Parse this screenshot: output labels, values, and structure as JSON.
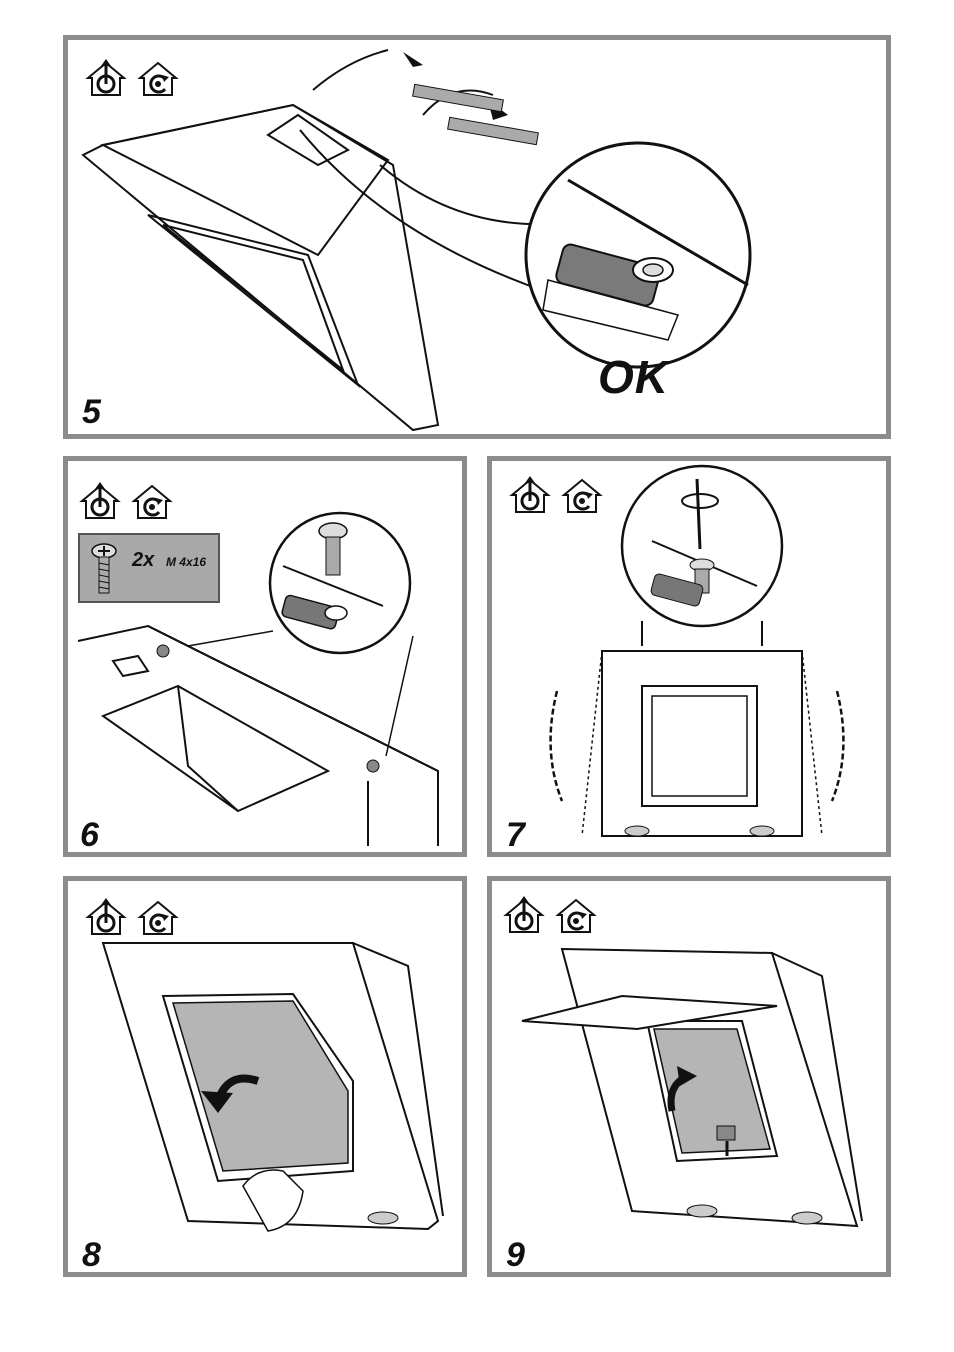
{
  "panels": {
    "p5": {
      "step": "5",
      "ok_label": "OK"
    },
    "p6": {
      "step": "6",
      "screw_qty": "2x",
      "screw_size": "M 4x16"
    },
    "p7": {
      "step": "7"
    },
    "p8": {
      "step": "8"
    },
    "p9": {
      "step": "9"
    }
  },
  "icons": [
    "ducted-mode-icon",
    "recirculation-mode-icon"
  ],
  "colors": {
    "frame": "#8c8c8c",
    "filter": "#b5b5b5",
    "label_box": "#a9a9a9"
  }
}
